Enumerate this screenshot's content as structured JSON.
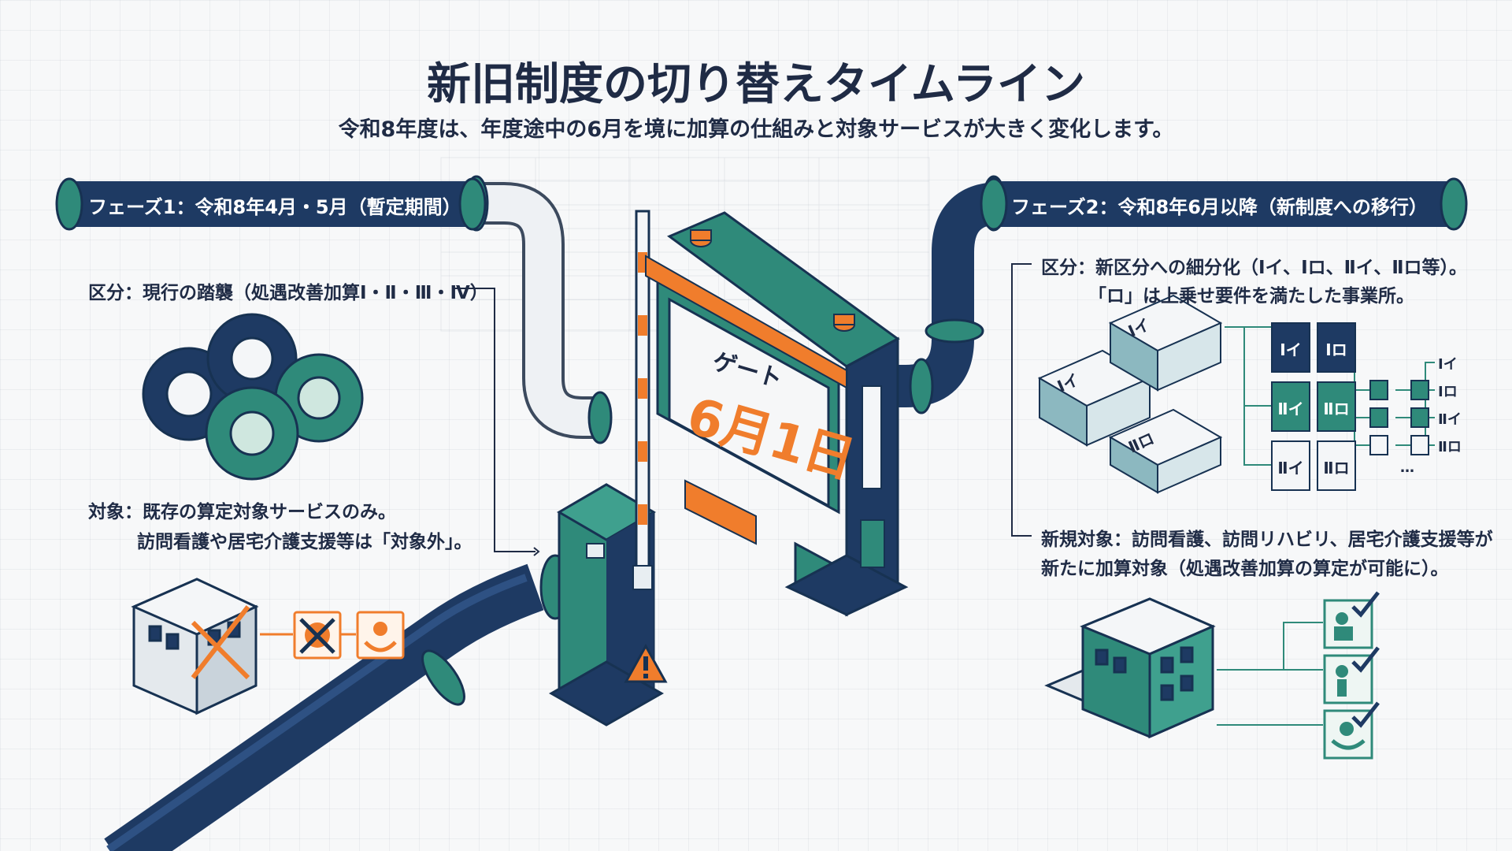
{
  "title": "新旧制度の切り替えタイムライン",
  "subtitle": "令和8年度は、年度途中の6月を境に加算の仕組みと対象サービスが大きく変化します。",
  "phase1": {
    "label": "フェーズ1：令和8年4月・5月（暫定期間）",
    "category": "区分：現行の踏襲（処遇改善加算Ⅰ・Ⅱ・Ⅲ・Ⅳ）",
    "target_line1": "対象：既存の算定対象サービスのみ。",
    "target_line2": "訪問看護や居宅介護支援等は「対象外」。"
  },
  "gate": {
    "label": "ゲート",
    "date": "6月1日"
  },
  "phase2": {
    "label": "フェーズ2：令和8年6月以降（新制度への移行）",
    "category_line1": "区分：新区分への細分化（Ⅰイ、Ⅰロ、Ⅱイ、Ⅱロ等）。",
    "category_line2": "「ロ」は上乗せ要件を満たした事業所。",
    "target_line1": "新規対象：訪問看護、訪問リハビリ、居宅介護支援等が",
    "target_line2": "新たに加算対象（処遇改善加算の算定が可能に）。",
    "boxes": [
      "Ⅰイ",
      "Ⅰロ",
      "Ⅱイ",
      "Ⅱロ",
      "Ⅱイ",
      "Ⅱロ"
    ],
    "stack_labels": [
      "Ⅰイ",
      "Ⅰイ",
      "Ⅱロ"
    ],
    "tree_labels": [
      "Ⅰイ",
      "Ⅰロ",
      "Ⅱイ",
      "Ⅱロ"
    ],
    "tree_more": "…"
  },
  "icons": {
    "gears": "gears-icon",
    "excluded_building": "crossed-building-icon",
    "excluded_service": "crossed-service-icon",
    "care_service": "care-hands-icon",
    "warning": "warning-icon",
    "checks": [
      "nurse-check-icon",
      "rehab-check-icon",
      "care-check-icon"
    ]
  },
  "colors": {
    "navy": "#1e3a63",
    "teal": "#2f8a7a",
    "orange": "#f07d2c",
    "light_teal": "#cfe7df"
  }
}
